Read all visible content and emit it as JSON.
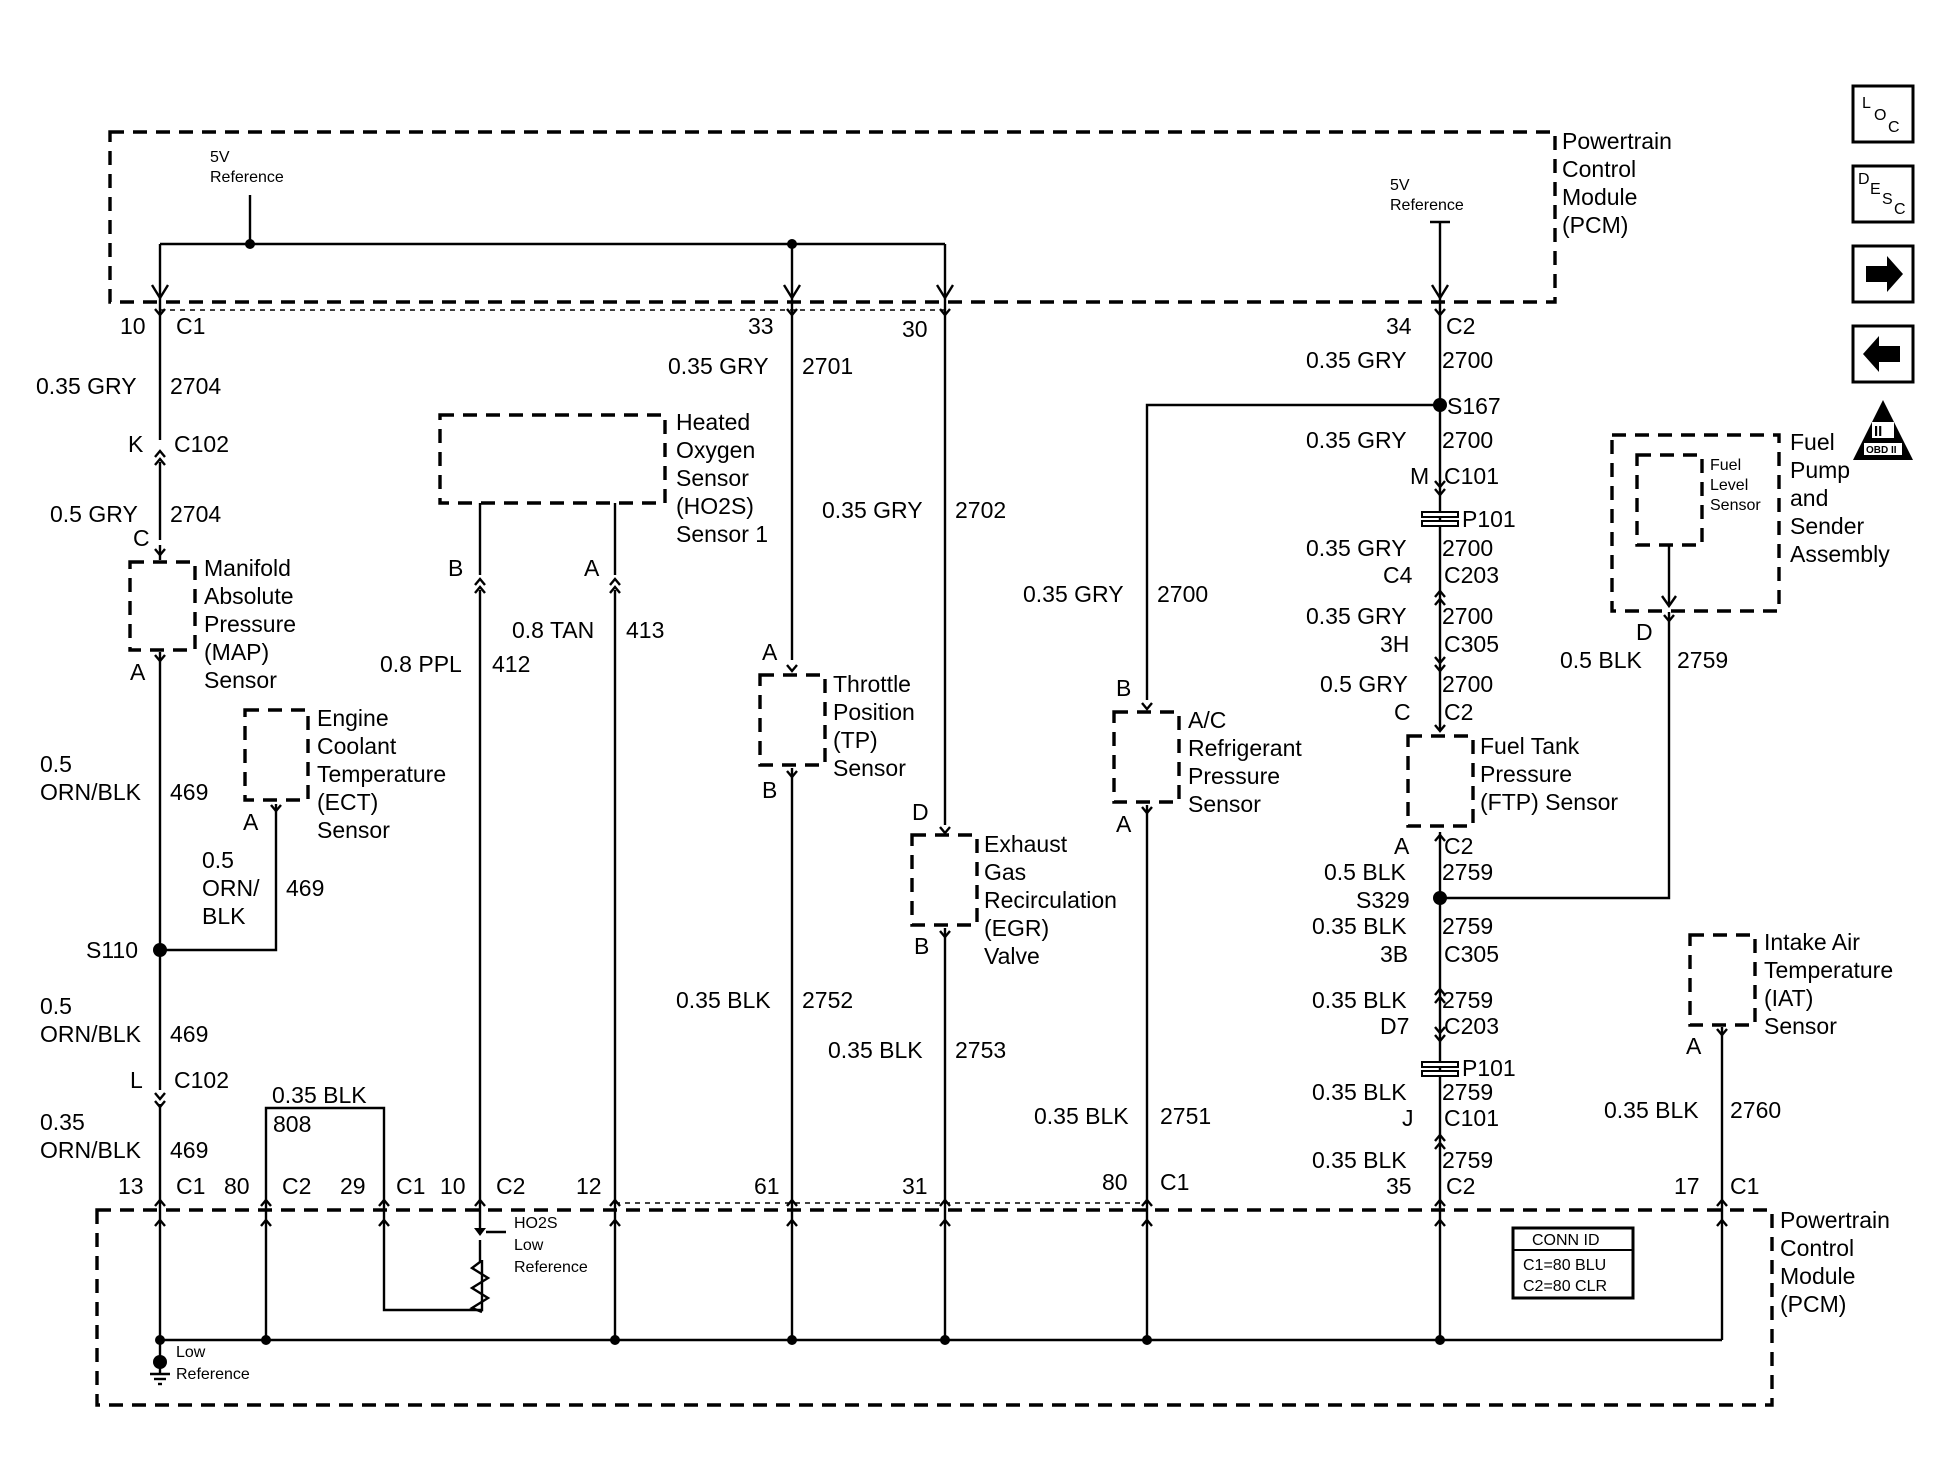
{
  "nav": {
    "loc": {
      "l": "L",
      "o": "O",
      "c": "C"
    },
    "desc": {
      "d": "D",
      "e": "E",
      "s": "S",
      "c": "C"
    },
    "obd": {
      "roman": "II",
      "text": "OBD II"
    }
  },
  "pcm_label": [
    "Powertrain",
    "Control",
    "Module",
    "(PCM)"
  ],
  "top": {
    "ref_left": [
      "5V",
      "Reference"
    ],
    "ref_right": [
      "5V",
      "Reference"
    ],
    "pins": [
      {
        "num": "10",
        "conn": "C1"
      },
      {
        "num": "33",
        "conn": ""
      },
      {
        "num": "30",
        "conn": ""
      },
      {
        "num": "34",
        "conn": "C2"
      }
    ]
  },
  "bottom": {
    "pins": [
      {
        "num": "13",
        "conn": "C1"
      },
      {
        "num": "80",
        "conn": "C2"
      },
      {
        "num": "29",
        "conn": "C1"
      },
      {
        "num": "10",
        "conn": "C2"
      },
      {
        "num": "12",
        "conn": ""
      },
      {
        "num": "61",
        "conn": ""
      },
      {
        "num": "31",
        "conn": ""
      },
      {
        "num": "80",
        "conn": "C1"
      },
      {
        "num": "35",
        "conn": "C2"
      },
      {
        "num": "17",
        "conn": "C1"
      }
    ],
    "ho2s_low_ref": [
      "HO2S",
      "Low",
      "Reference"
    ],
    "low_ref": [
      "Low",
      "Reference"
    ],
    "conn_id": {
      "title": "CONN ID",
      "c1": "C1=80 BLU",
      "c2": "C2=80 CLR"
    }
  },
  "col_map": {
    "w1": {
      "size": "0.35 GRY",
      "circuit": "2704"
    },
    "k": {
      "pin": "K",
      "conn": "C102"
    },
    "w2": {
      "size": "0.5 GRY",
      "circuit": "2704"
    },
    "pin_c": "C",
    "sensor": [
      "Manifold",
      "Absolute",
      "Pressure",
      "(MAP)",
      "Sensor"
    ],
    "pin_a": "A",
    "w3": {
      "size": [
        "0.5",
        "ORN/BLK"
      ],
      "circuit": "469"
    },
    "splice": "S110",
    "w4": {
      "size": [
        "0.5",
        "ORN/BLK"
      ],
      "circuit": "469"
    },
    "l": {
      "pin": "L",
      "conn": "C102"
    },
    "w5": {
      "size": [
        "0.35",
        "ORN/BLK"
      ],
      "circuit": "469"
    }
  },
  "col_ect": {
    "sensor": [
      "Engine",
      "Coolant",
      "Temperature",
      "(ECT)",
      "Sensor"
    ],
    "pin_a": "A",
    "w": {
      "size": [
        "0.5",
        "ORN/",
        "BLK"
      ],
      "circuit": "469"
    }
  },
  "jumper": {
    "size": "0.35 BLK",
    "circuit": "808"
  },
  "col_ho2s": {
    "sensor": [
      "Heated",
      "Oxygen",
      "Sensor",
      "(HO2S)",
      "Sensor 1"
    ],
    "pin_b": "B",
    "pin_a": "A",
    "wb": {
      "size": "0.8 PPL",
      "circuit": "412"
    },
    "wa": {
      "size": "0.8 TAN",
      "circuit": "413"
    }
  },
  "col_tp": {
    "w1": {
      "size": "0.35 GRY",
      "circuit": "2701"
    },
    "pin_a": "A",
    "sensor": [
      "Throttle",
      "Position",
      "(TP)",
      "Sensor"
    ],
    "pin_b": "B",
    "w2": {
      "size": "0.35 BLK",
      "circuit": "2752"
    }
  },
  "col_egr": {
    "w1": {
      "size": "0.35 GRY",
      "circuit": "2702"
    },
    "pin_d": "D",
    "sensor": [
      "Exhaust",
      "Gas",
      "Recirculation",
      "(EGR)",
      "Valve"
    ],
    "pin_b": "B",
    "w2": {
      "size": "0.35 BLK",
      "circuit": "2753"
    }
  },
  "col_ac": {
    "w1": {
      "size": "0.35 GRY",
      "circuit": "2700"
    },
    "pin_b": "B",
    "sensor": [
      "A/C",
      "Refrigerant",
      "Pressure",
      "Sensor"
    ],
    "pin_a": "A",
    "w2": {
      "size": "0.35 BLK",
      "circuit": "2751"
    }
  },
  "col_ftp": {
    "w1": {
      "size": "0.35 GRY",
      "circuit": "2700"
    },
    "s167": "S167",
    "w2": {
      "size": "0.35 GRY",
      "circuit": "2700"
    },
    "m": {
      "pin": "M",
      "conn": "C101"
    },
    "p101a": "P101",
    "w3": {
      "size": "0.35 GRY",
      "circuit": "2700"
    },
    "c4": {
      "pin": "C4",
      "conn": "C203"
    },
    "w4": {
      "size": "0.35 GRY",
      "circuit": "2700"
    },
    "h3": {
      "pin": "3H",
      "conn": "C305"
    },
    "w5": {
      "size": "0.5 GRY",
      "circuit": "2700"
    },
    "c": {
      "pin": "C",
      "conn": "C2"
    },
    "sensor": [
      "Fuel Tank",
      "Pressure",
      "(FTP) Sensor"
    ],
    "a": {
      "pin": "A",
      "conn": "C2"
    },
    "w6": {
      "size": "0.5 BLK",
      "circuit": "2759"
    },
    "s329": "S329",
    "w7": {
      "size": "0.35 BLK",
      "circuit": "2759"
    },
    "b3": {
      "pin": "3B",
      "conn": "C305"
    },
    "w8": {
      "size": "0.35 BLK",
      "circuit": "2759"
    },
    "d7": {
      "pin": "D7",
      "conn": "C203"
    },
    "p101b": "P101",
    "w9": {
      "size": "0.35 BLK",
      "circuit": "2759"
    },
    "j": {
      "pin": "J",
      "conn": "C101"
    },
    "w10": {
      "size": "0.35 BLK",
      "circuit": "2759"
    }
  },
  "col_fuel": {
    "inner": [
      "Fuel",
      "Level",
      "Sensor"
    ],
    "sensor": [
      "Fuel",
      "Pump",
      "and",
      "Sender",
      "Assembly"
    ],
    "pin_d": "D",
    "w": {
      "size": "0.5 BLK",
      "circuit": "2759"
    }
  },
  "col_iat": {
    "sensor": [
      "Intake Air",
      "Temperature",
      "(IAT)",
      "Sensor"
    ],
    "pin_a": "A",
    "w": {
      "size": "0.35 BLK",
      "circuit": "2760"
    }
  }
}
